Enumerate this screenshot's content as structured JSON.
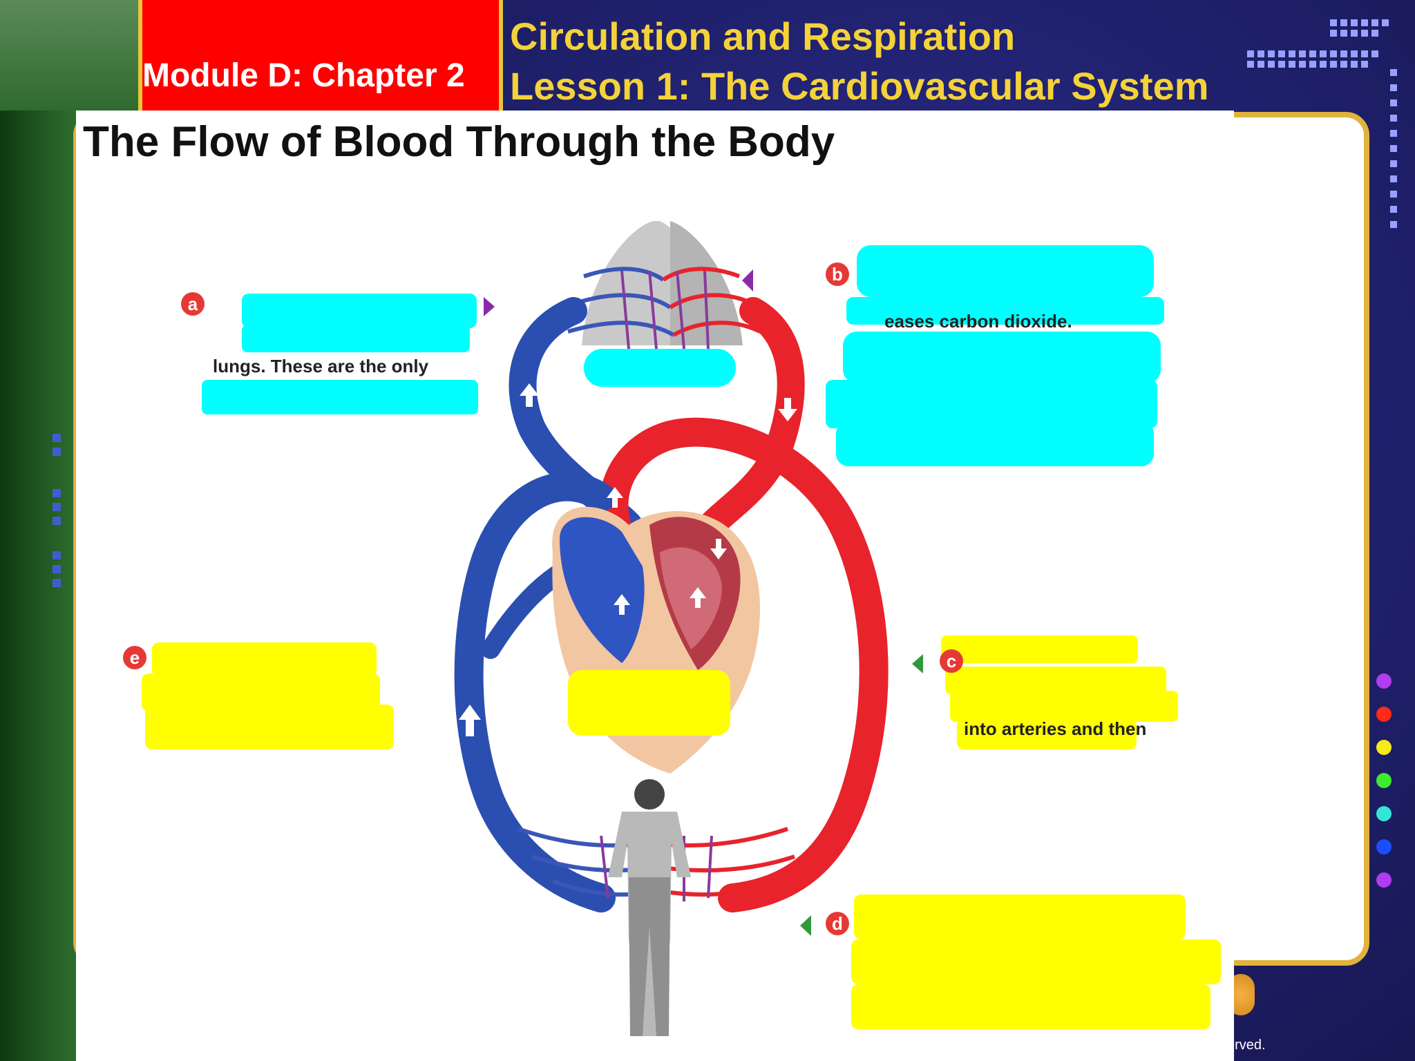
{
  "header": {
    "module": "Module D: Chapter 2",
    "title_line1": "Circulation and Respiration",
    "title_line2": "Lesson 1: The Cardiovascular System"
  },
  "slide": {
    "title": "The Flow of Blood Through the Body",
    "callout_a": {
      "letter": "a",
      "visible_text": "lungs. These are the only"
    },
    "callout_b": {
      "letter": "b",
      "visible_text": "eases carbon dioxide."
    },
    "callout_c": {
      "letter": "c",
      "visible_text": "into arteries and then"
    },
    "callout_d": {
      "letter": "d"
    },
    "callout_e": {
      "letter": "e"
    }
  },
  "footer": {
    "copyright_fragment": "erved."
  },
  "colors": {
    "artery": "#e8232b",
    "vein": "#2b4fb0",
    "highlight_cyan": "#00ffff",
    "highlight_yellow": "#ffff00"
  }
}
